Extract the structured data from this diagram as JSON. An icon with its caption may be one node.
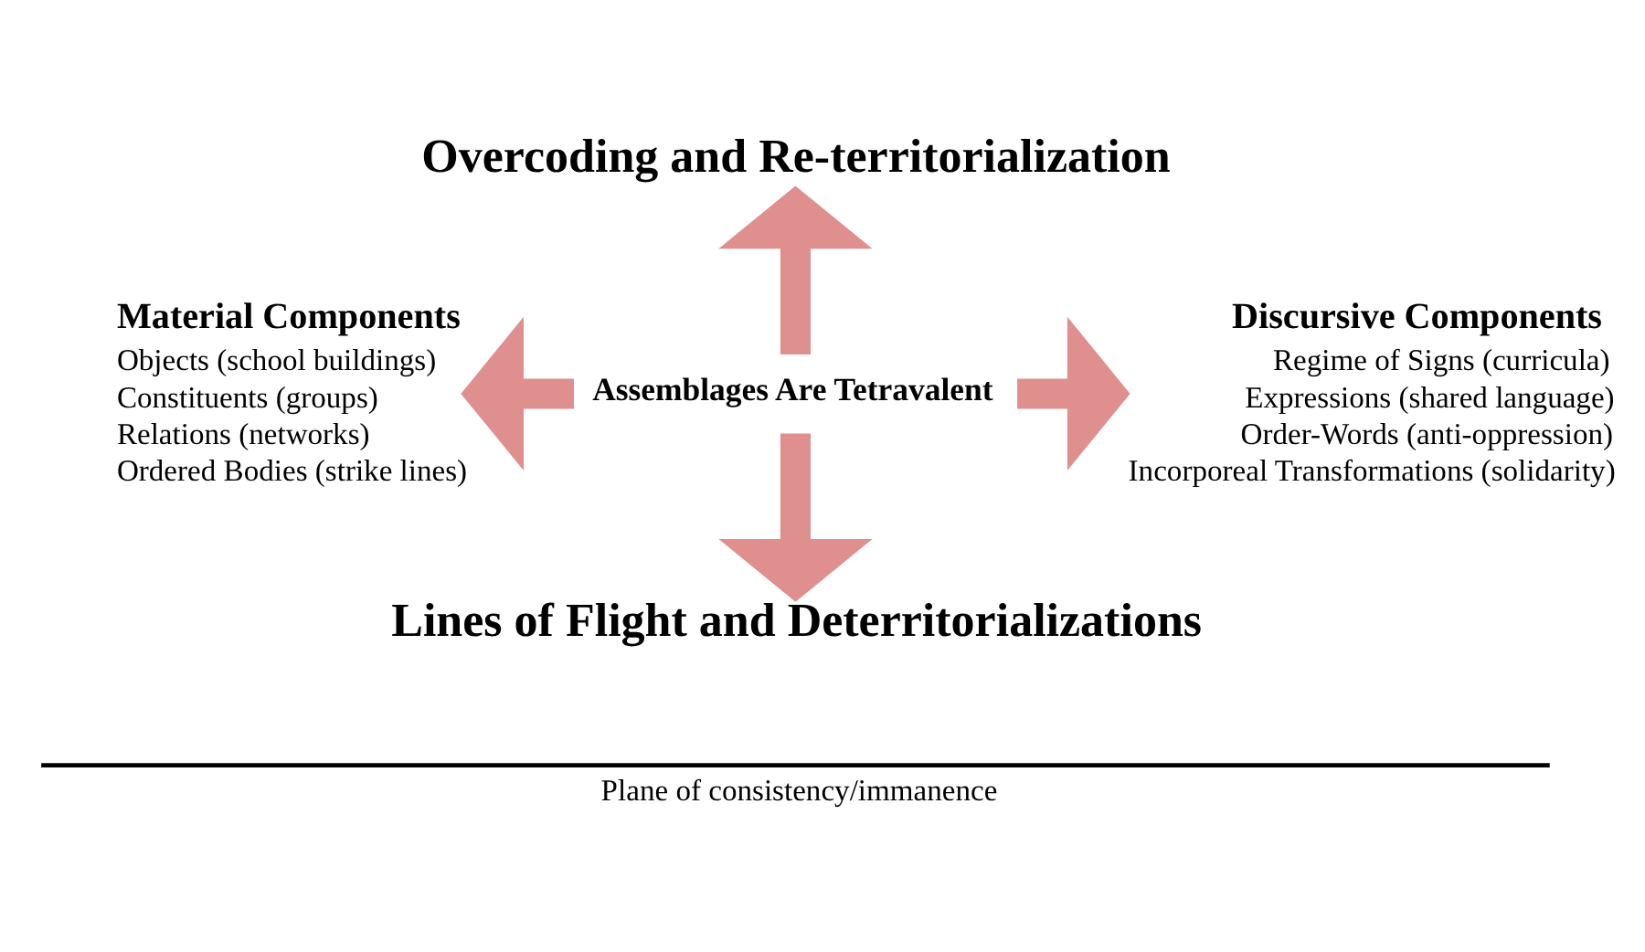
{
  "diagram": {
    "nodes": [
      {
        "text": [
          "Overcoding and Re-territorialization"
        ]
      },
      {
        "text": [
          "Material Components",
          "Objects (school buildings)",
          "Constituents (groups)",
          "Relations (networks)",
          "Ordered Bodies (strike lines)"
        ]
      },
      {
        "text": [
          "Assemblages Are Tetravalent"
        ]
      },
      {
        "text": [
          "Discursive Components",
          "Regime of Signs (curricula)",
          "Expressions (shared language)",
          "Order-Words (anti-oppression)",
          "Incorporeal Transformations (solidarity)"
        ]
      },
      {
        "text": [
          "Lines of Flight and Deterritorializations"
        ]
      }
    ],
    "edges": [
      {
        "from": 2,
        "to": 0,
        "arrow": "to"
      },
      {
        "from": 2,
        "to": 1,
        "arrow": "to"
      },
      {
        "from": 2,
        "to": 3,
        "arrow": "to"
      },
      {
        "from": 2,
        "to": 4,
        "arrow": "to"
      }
    ],
    "labels": [
      "Plane of consistency/immanence"
    ]
  }
}
